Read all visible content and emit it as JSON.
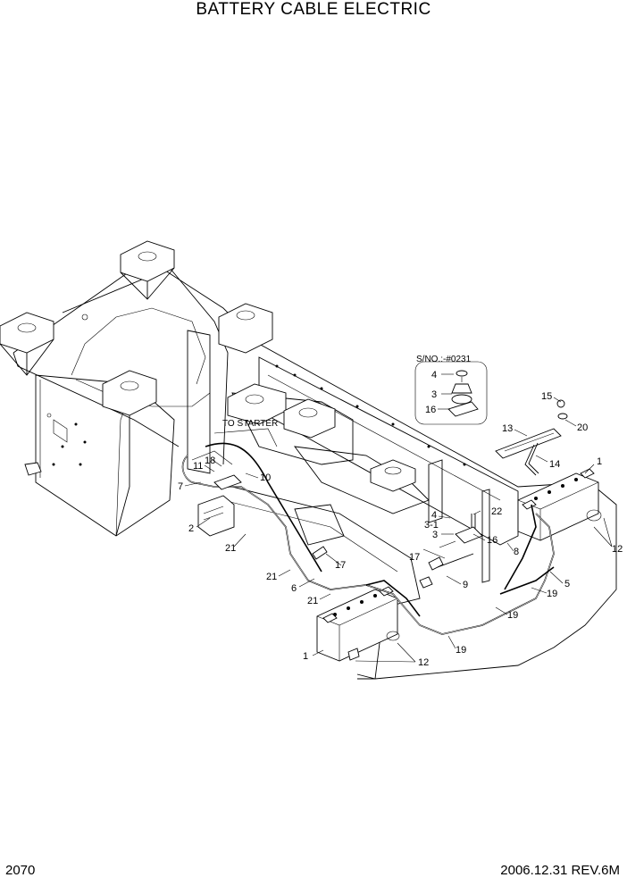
{
  "title": "BATTERY CABLE ELECTRIC",
  "page_number": "2070",
  "revision": "2006.12.31  REV.6M",
  "serial_note": "S/NO.:-#0231",
  "to_starter_label": "TO STARTER",
  "callouts": {
    "c1a": "1",
    "c1b": "1",
    "c2": "2",
    "c3a": "3",
    "c3b": "3",
    "c3_1": "3-1",
    "c4a": "4",
    "c4b": "4",
    "c5": "5",
    "c6": "6",
    "c7": "7",
    "c8": "8",
    "c9": "9",
    "c10": "10",
    "c11": "11",
    "c12a": "12",
    "c12b": "12",
    "c13": "13",
    "c14": "14",
    "c15": "15",
    "c16a": "16",
    "c16b": "16",
    "c17a": "17",
    "c17b": "17",
    "c18": "18",
    "c19a": "19",
    "c19b": "19",
    "c19c": "19",
    "c20": "20",
    "c21a": "21",
    "c21b": "21",
    "c21c": "21",
    "c22": "22"
  }
}
